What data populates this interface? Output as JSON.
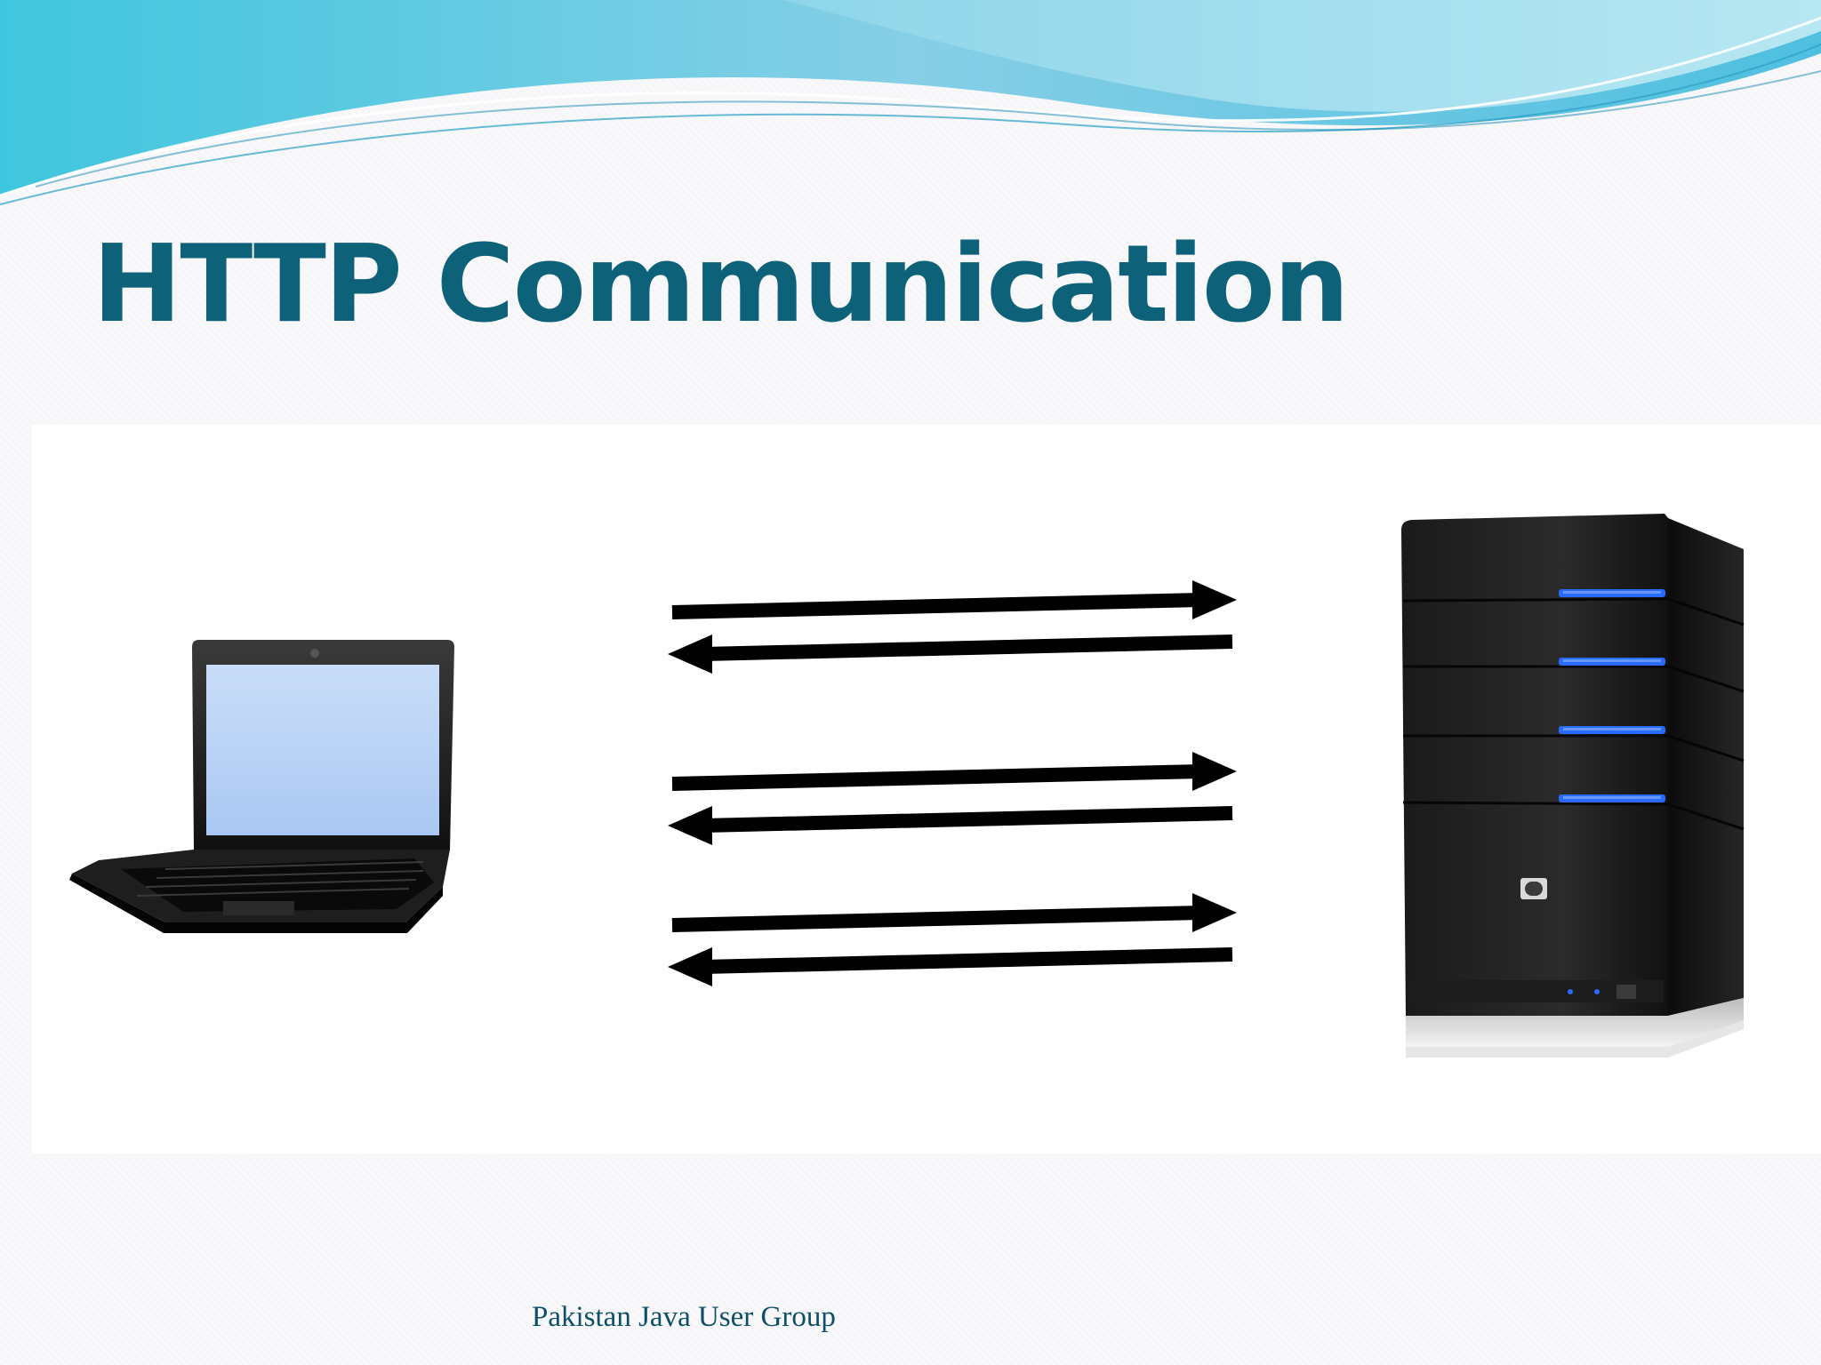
{
  "slide": {
    "title": "HTTP Communication",
    "footer": "Pakistan Java User Group"
  },
  "diagram": {
    "nodes": [
      "laptop-icon",
      "server-tower-icon"
    ],
    "arrows": [
      {
        "direction": "right"
      },
      {
        "direction": "left"
      },
      {
        "direction": "right"
      },
      {
        "direction": "left"
      },
      {
        "direction": "right"
      },
      {
        "direction": "left"
      }
    ]
  },
  "colors": {
    "title": "#0d6179",
    "footer": "#0d4f66",
    "wave_light": "#bfe9f3",
    "wave_mid": "#7fd2e8",
    "wave_dark": "#3fb9d9",
    "server_led": "#2a6bff",
    "arrow": "#000000"
  }
}
